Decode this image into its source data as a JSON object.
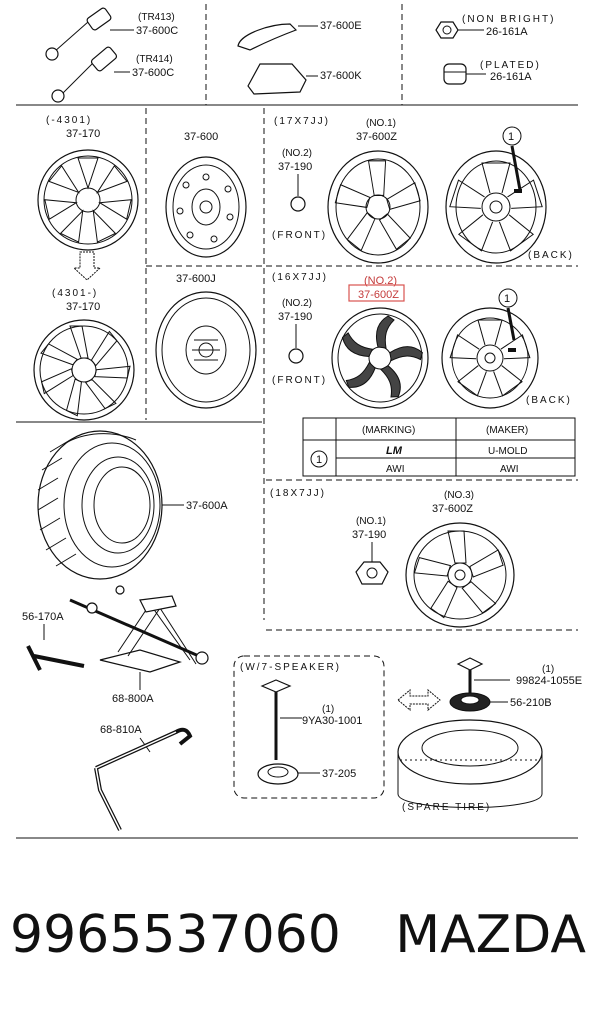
{
  "footer": {
    "part_number": "9965537060",
    "brand": "MAZDA"
  },
  "valves": {
    "tr413": "(TR413)",
    "tr413_part": "37-600C",
    "tr414": "(TR414)",
    "tr414_part": "37-600C",
    "weight1_part": "37-600E",
    "weight2_part": "37-600K"
  },
  "nuts": {
    "non_bright": "(NON BRIGHT)",
    "non_bright_part": "26-161A",
    "plated": "(PLATED)",
    "plated_part": "26-161A"
  },
  "cover_upper": {
    "range": "(-4301)",
    "part": "37-170"
  },
  "cover_lower": {
    "range": "(4301-)",
    "part": "37-170"
  },
  "steel_wheel": {
    "part": "37-600"
  },
  "spare_wheel": {
    "part": "37-600J"
  },
  "wheel_17": {
    "size": "(17X7JJ)",
    "no1": "(NO.1)",
    "no1_part": "37-600Z",
    "no2": "(NO.2)",
    "no2_part": "37-190",
    "front": "(FRONT)",
    "back": "(BACK)",
    "ref": "1"
  },
  "wheel_16": {
    "size": "(16X7JJ)",
    "no2_top": "(NO.2)",
    "no2_top_part": "37-600Z",
    "no2": "(NO.2)",
    "no2_part": "37-190",
    "front": "(FRONT)",
    "back": "(BACK)",
    "ref": "1"
  },
  "marking_table": {
    "headers": [
      "(MARKING)",
      "(MAKER)"
    ],
    "ref": "1",
    "rows": [
      [
        "LM",
        "U-MOLD"
      ],
      [
        "AWI",
        "AWI"
      ]
    ]
  },
  "tire": {
    "part": "37-600A"
  },
  "wheel_18": {
    "size": "(18X7JJ)",
    "no3": "(NO.3)",
    "no3_part": "37-600Z",
    "no1": "(NO.1)",
    "no1_part": "37-190"
  },
  "jack": {
    "handle_part": "56-170A",
    "jack_part": "68-800A",
    "wrench_part": "68-810A"
  },
  "speaker": {
    "title": "(W/7-SPEAKER)",
    "bolt_no": "(1)",
    "bolt_part": "9YA30-1001",
    "plate_part": "37-205"
  },
  "spare": {
    "bolt_no": "(1)",
    "bolt_part": "99824-1055E",
    "plate_part": "56-210B",
    "label": "(SPARE TIRE)"
  }
}
